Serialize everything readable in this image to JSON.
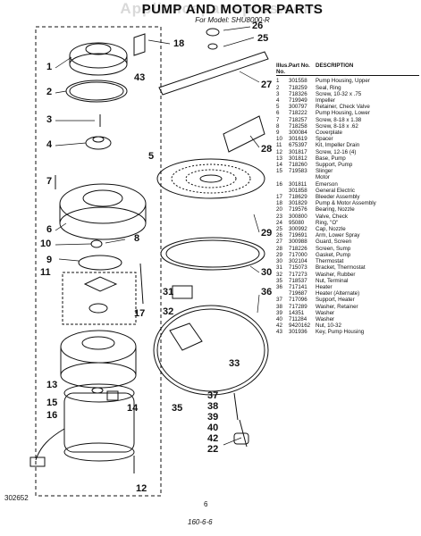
{
  "header": {
    "title": "PUMP AND MOTOR PARTS",
    "subtitle": "For Model: SHU8000-R",
    "watermark": "Appliancepartspros.com"
  },
  "parts_table": {
    "columns": [
      "Illus. No.",
      "Part No.",
      "DESCRIPTION"
    ],
    "rows": [
      [
        "1",
        "301558",
        "Pump Housing, Upper"
      ],
      [
        "2",
        "718259",
        "Seal, Ring"
      ],
      [
        "3",
        "718326",
        "Screw, 10-32 x .75"
      ],
      [
        "4",
        "719949",
        "Impeller"
      ],
      [
        "5",
        "300797",
        "Retainer, Check Valve"
      ],
      [
        "6",
        "718222",
        "Pump Housing, Lower"
      ],
      [
        "7",
        "718257",
        "Screw, 8-18 x 1.38"
      ],
      [
        "8",
        "718258",
        "Screw, 8-18 x .62"
      ],
      [
        "9",
        "300084",
        "Coverplate"
      ],
      [
        "10",
        "301619",
        "Spacer"
      ],
      [
        "11",
        "675397",
        "Kit, Impeller Drain"
      ],
      [
        "12",
        "301817",
        "Screw, 12-16 (4)"
      ],
      [
        "13",
        "301812",
        "Base, Pump"
      ],
      [
        "14",
        "718260",
        "Support, Pump"
      ],
      [
        "15",
        "719583",
        "Slinger"
      ],
      [
        "",
        "",
        "Motor"
      ],
      [
        "16",
        "301811",
        "Emerson"
      ],
      [
        "",
        "301858",
        "General Electric"
      ],
      [
        "17",
        "718629",
        "Bleeder Assembly"
      ],
      [
        "18",
        "301829",
        "Pump & Motor Assembly"
      ],
      [
        "20",
        "719576",
        "Bearing, Nozzle"
      ],
      [
        "23",
        "300800",
        "Valve, Check"
      ],
      [
        "24",
        "95080",
        "Ring, \"O\""
      ],
      [
        "25",
        "300992",
        "Cap, Nozzle"
      ],
      [
        "26",
        "719691",
        "Arm, Lower Spray"
      ],
      [
        "27",
        "300988",
        "Guard, Screen"
      ],
      [
        "28",
        "718226",
        "Screen, Sump"
      ],
      [
        "29",
        "717000",
        "Gasket, Pump"
      ],
      [
        "30",
        "302104",
        "Thermostat"
      ],
      [
        "31",
        "715073",
        "Bracket, Thermostat"
      ],
      [
        "32",
        "717273",
        "Washer, Rubber"
      ],
      [
        "35",
        "718537",
        "Nut, Terminal"
      ],
      [
        "36",
        "717141",
        "Heater"
      ],
      [
        "",
        "719687",
        "Heater (Alternate)"
      ],
      [
        "37",
        "717096",
        "Support, Heater"
      ],
      [
        "38",
        "717289",
        "Washer, Retainer"
      ],
      [
        "39",
        "14351",
        "Washer"
      ],
      [
        "40",
        "711284",
        "Washer"
      ],
      [
        "42",
        "9420162",
        "Nut, 10-32"
      ],
      [
        "43",
        "301936",
        "Key, Pump Housing"
      ]
    ]
  },
  "callouts": [
    "1",
    "2",
    "3",
    "4",
    "5",
    "6",
    "7",
    "8",
    "9",
    "10",
    "11",
    "12",
    "13",
    "14",
    "15",
    "16",
    "17",
    "18",
    "31",
    "32",
    "33",
    "35",
    "36",
    "37",
    "38",
    "39",
    "40",
    "42",
    "22",
    "43",
    "29",
    "30",
    "28",
    "27",
    "26",
    "25"
  ],
  "footer": {
    "left": "302652",
    "center": "6",
    "bottom": "160-6-6"
  }
}
